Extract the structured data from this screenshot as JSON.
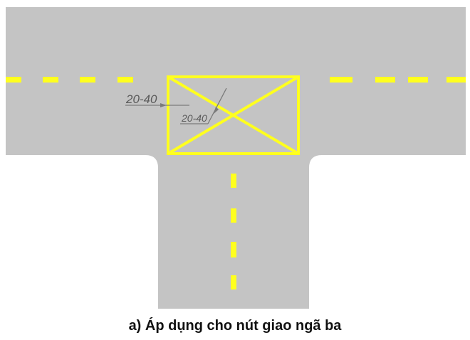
{
  "dimension_labels": {
    "offset": "20-40",
    "inner": "20-40"
  },
  "caption": "a) Áp dụng cho nút giao ngã ba",
  "colors": {
    "road": "#c4c4c4",
    "marking": "#ffff1e",
    "dimension_line": "#7a7a7a",
    "background": "#ffffff"
  }
}
